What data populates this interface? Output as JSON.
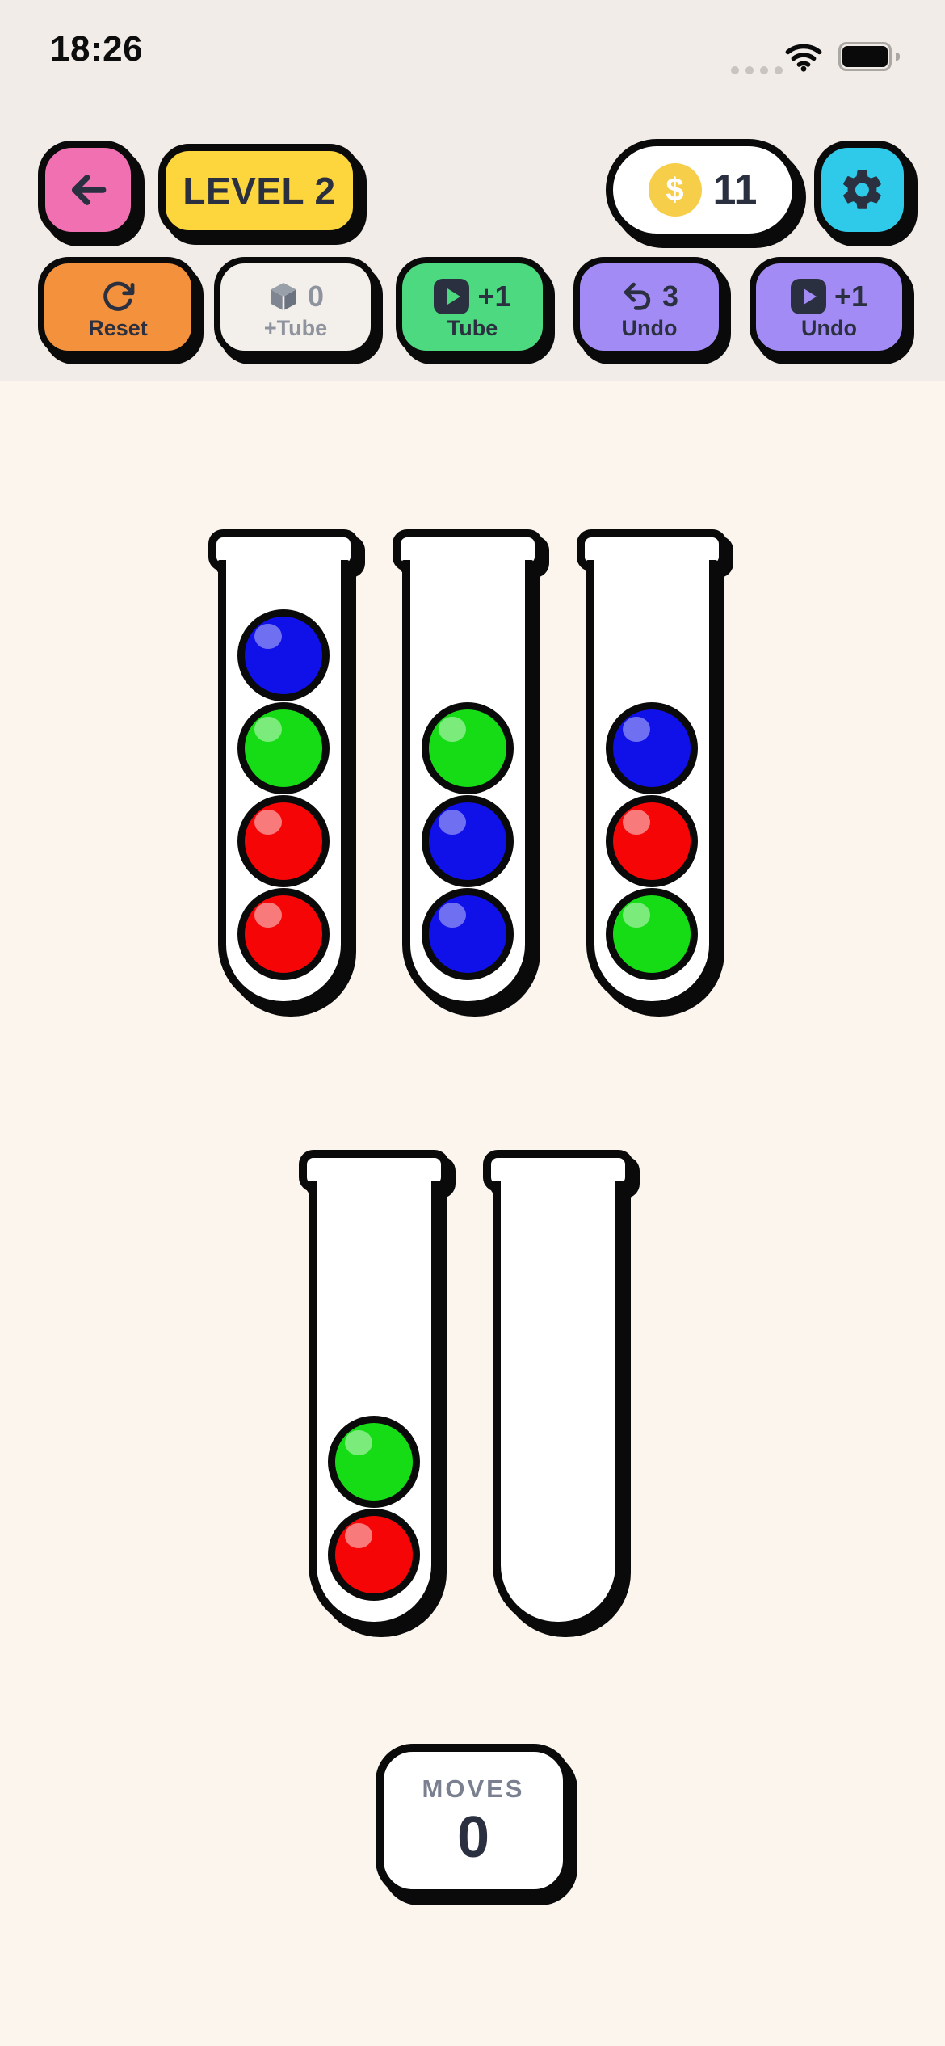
{
  "status_bar": {
    "time": "18:26"
  },
  "header": {
    "level_label": "LEVEL 2",
    "coin_symbol": "$",
    "coins_value": "11",
    "colors": {
      "back": "#F170B2",
      "level_badge": "#FCD63C",
      "settings": "#2FC9E9",
      "coin": "#F6CE49",
      "text_dark": "#2B3040"
    }
  },
  "toolbar": [
    {
      "id": "reset",
      "icon": "rotate-cw-icon",
      "value": "",
      "label": "Reset",
      "color": "#F3913C",
      "text_color": "#2B3040",
      "disabled": false
    },
    {
      "id": "add-tube",
      "icon": "box-icon",
      "value": "0",
      "label": "+Tube",
      "color": "#F3EFEA",
      "text_color": "#8E939E",
      "disabled": true
    },
    {
      "id": "ad-tube",
      "icon": "ad-play-icon",
      "value": "+1",
      "label": "Tube",
      "color": "#4CD97F",
      "text_color": "#2B3040",
      "disabled": false
    },
    {
      "id": "undo",
      "icon": "undo-icon",
      "value": "3",
      "label": "Undo",
      "color": "#A28BF5",
      "text_color": "#2B3040",
      "disabled": false
    },
    {
      "id": "ad-undo",
      "icon": "ad-play-icon",
      "value": "+1",
      "label": "Undo",
      "color": "#A28BF5",
      "text_color": "#2B3040",
      "disabled": false
    }
  ],
  "game": {
    "capacity": 4,
    "tubes": [
      {
        "row": 1,
        "balls_top_to_bottom": [
          "blue",
          "green",
          "red",
          "red"
        ]
      },
      {
        "row": 1,
        "balls_top_to_bottom": [
          "green",
          "blue",
          "blue"
        ]
      },
      {
        "row": 1,
        "balls_top_to_bottom": [
          "blue",
          "red",
          "green"
        ]
      },
      {
        "row": 2,
        "balls_top_to_bottom": [
          "green",
          "red"
        ]
      },
      {
        "row": 2,
        "balls_top_to_bottom": []
      }
    ],
    "ball_colors": {
      "blue": {
        "fill": "#1010E8",
        "highlight": "#6F6FF2"
      },
      "green": {
        "fill": "#16DC16",
        "highlight": "#7BEC7B"
      },
      "red": {
        "fill": "#F50505",
        "highlight": "#F97A7A"
      }
    }
  },
  "moves_panel": {
    "label": "MOVES",
    "value": "0"
  }
}
